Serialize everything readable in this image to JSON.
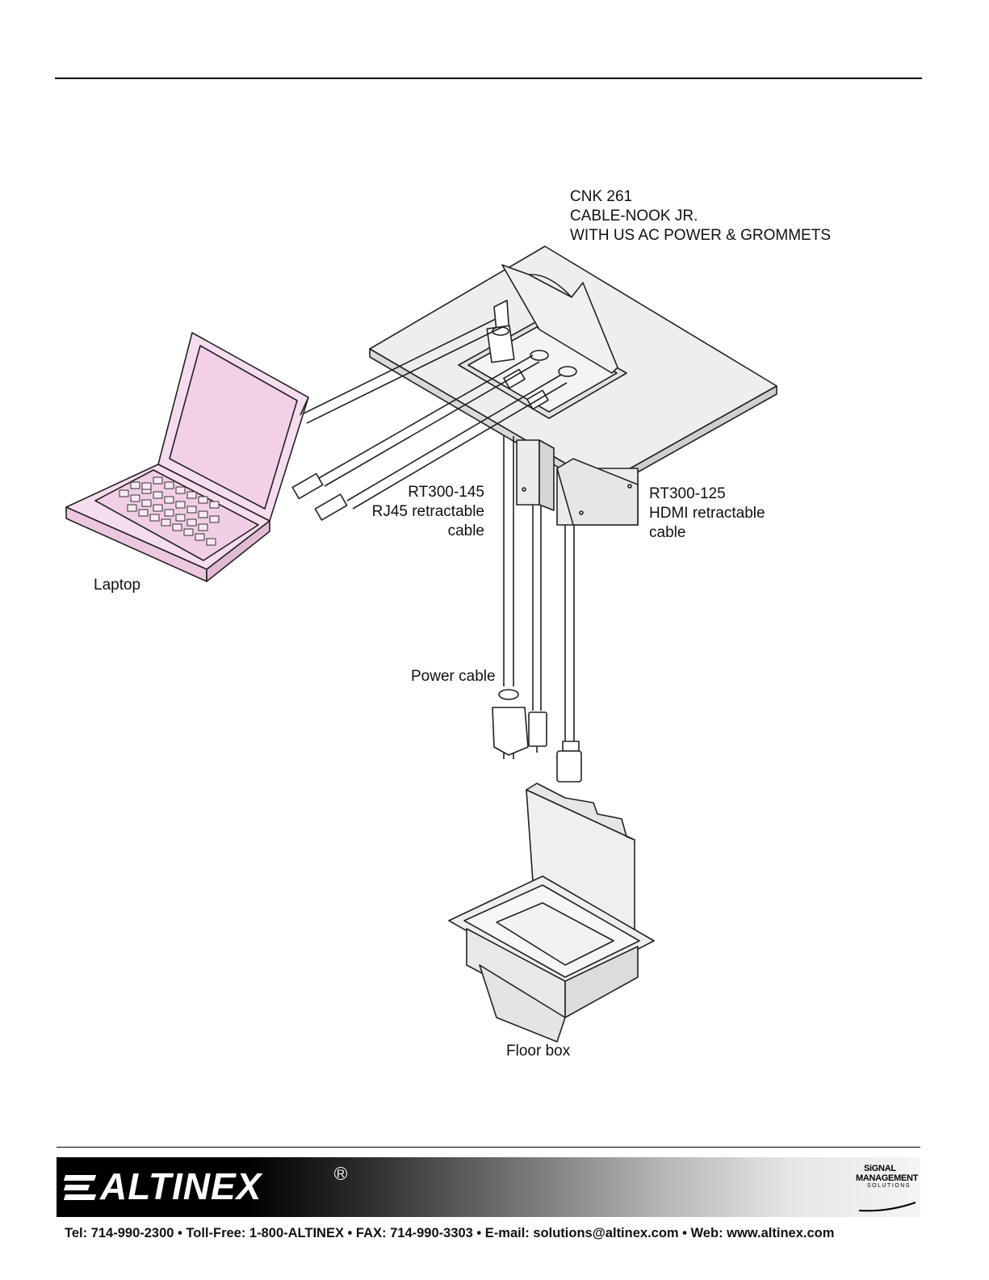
{
  "labels": {
    "product_model": "CNK 261",
    "product_name": "CABLE-NOOK JR.",
    "product_desc": "WITH US AC POWER & GROMMETS",
    "rj45_model": "RT300-145",
    "rj45_line1": "RJ45 retractable",
    "rj45_line2": "cable",
    "hdmi_model": "RT300-125",
    "hdmi_line1": "HDMI retractable",
    "hdmi_line2": "cable",
    "laptop": "Laptop",
    "power_cable": "Power cable",
    "floor_box": "Floor box"
  },
  "footer": {
    "brand": "ALTINEX",
    "registered": "R",
    "sms_line1": "SiGNAL",
    "sms_line2": "MANAGEMENT",
    "sms_line3": "SOLUTIONS",
    "contact": "Tel: 714-990-2300 • Toll-Free: 1-800-ALTINEX • FAX: 714-990-3303 • E-mail: solutions@altinex.com • Web: www.altinex.com"
  },
  "colors": {
    "laptop_fill": "#f6dcef",
    "laptop_key": "#f3d3ea",
    "equipment_fill": "#eeeeee",
    "line": "#222222"
  }
}
